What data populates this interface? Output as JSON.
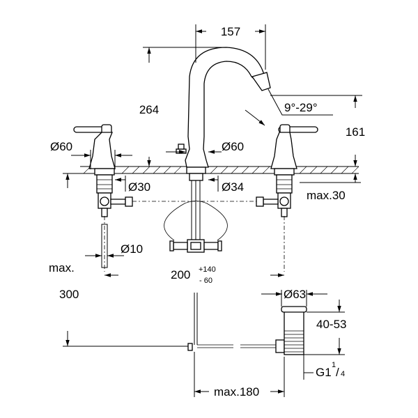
{
  "dimensions": {
    "spout_reach": "157",
    "spout_height": "264",
    "swivel_angle": "9°-29°",
    "handle_height": "161",
    "handle_diameter": "Ø60",
    "spout_diameter": "Ø60",
    "handle_hole": "Ø30",
    "spout_hole": "Ø34",
    "deck_thickness": "max.30",
    "hose_diameter": "Ø10",
    "spread_main": "200",
    "spread_plus": "+140",
    "spread_minus": "- 60",
    "max_length_label": "max.",
    "max_length_value": "300",
    "drain_diameter": "Ø63",
    "drain_range": "40-53",
    "thread_prefix": "G1",
    "thread_num": "1",
    "thread_den": "4",
    "rod_length": "max.180"
  }
}
